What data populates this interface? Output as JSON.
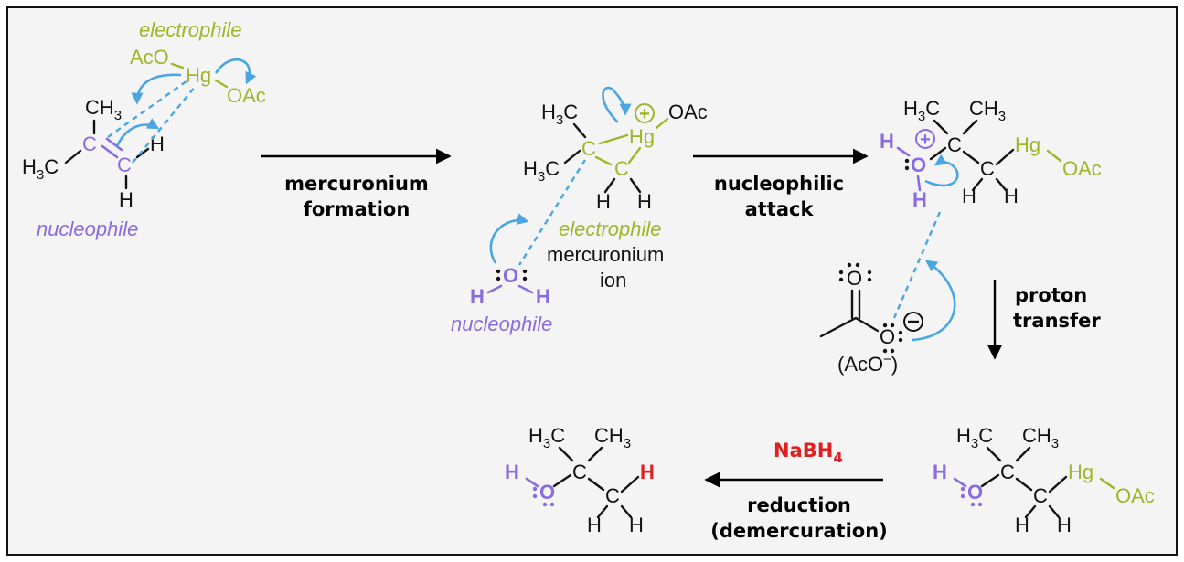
{
  "colors": {
    "nucleophile": "#8a6ce0",
    "electrophile": "#a0b52a",
    "curly_arrow": "#49a6e0",
    "reagent": "#e02020",
    "background": "#f4f4f4",
    "frame": "#111111"
  },
  "labels": {
    "electrophile": "electrophile",
    "nucleophile": "nucleophile",
    "mercuronium": "mercuronium",
    "ion": "ion",
    "aco_minus": "(AcO",
    "minus": "−",
    "close_paren": ")"
  },
  "atoms": {
    "AcO": "AcO",
    "Hg": "Hg",
    "OAc": "OAc",
    "CH": "CH",
    "H": "H",
    "C": "C",
    "O": "O",
    "sub3": "3",
    "sub4": "4",
    "plus": "+",
    "minus": "−"
  },
  "steps": {
    "mercuronium_formation": [
      "mercuronium",
      "formation"
    ],
    "nucleophilic_attack": [
      "nucleophilic",
      "attack"
    ],
    "proton_transfer": [
      "proton",
      "transfer"
    ],
    "reduction": [
      "reduction",
      "(demercuration)"
    ],
    "reagent": "NaBH",
    "reagent_sub": "4"
  }
}
